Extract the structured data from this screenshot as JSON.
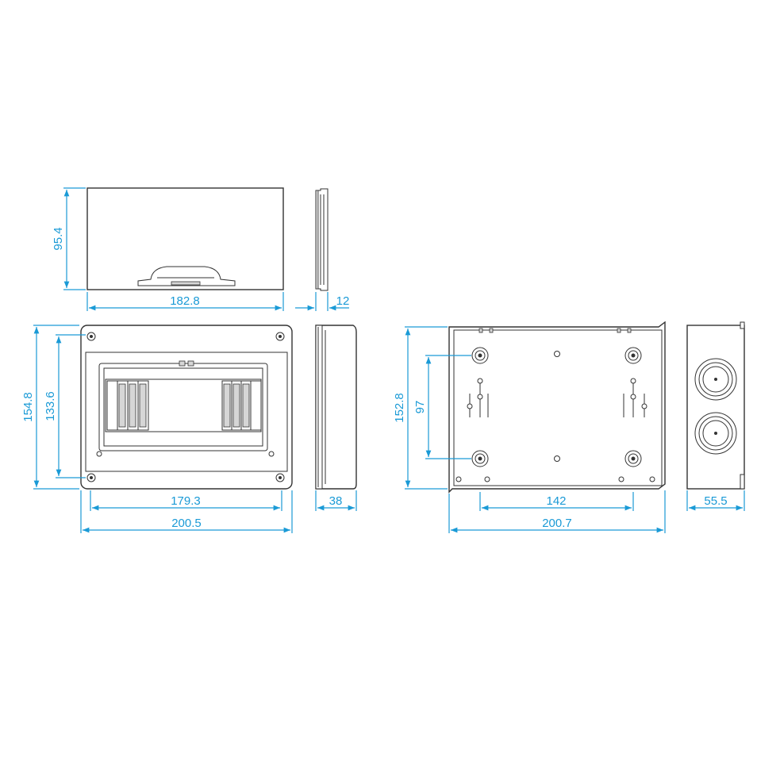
{
  "dimensions": {
    "lid_height": "95.4",
    "lid_width": "182.8",
    "lid_thickness": "12",
    "front_height_outer": "154.8",
    "front_height_inner": "133.6",
    "front_width_inner": "179.3",
    "front_width_outer": "200.5",
    "side_depth": "38",
    "back_height": "152.8",
    "back_hole_spacing_vertical": "97",
    "back_hole_spacing_horizontal": "142",
    "back_width": "200.7",
    "end_depth": "55.5"
  },
  "colors": {
    "dimension": "#1a9ad6",
    "outline": "#333333"
  }
}
